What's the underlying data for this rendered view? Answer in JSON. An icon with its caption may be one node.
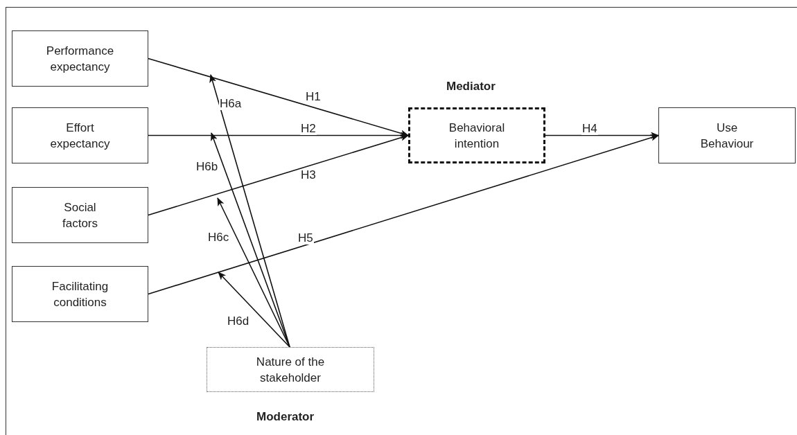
{
  "diagram": {
    "nodes": [
      {
        "text": [
          "Performance expectancy"
        ]
      },
      {
        "text": [
          "Effort expectancy"
        ]
      },
      {
        "text": [
          "Social factors"
        ]
      },
      {
        "text": [
          "Facilitating conditions"
        ]
      },
      {
        "text": [
          "Behavioral intention"
        ],
        "beside": [
          "Mediator"
        ]
      },
      {
        "text": [
          "Use Behaviour"
        ]
      },
      {
        "text": [
          "Nature of the stakeholder"
        ],
        "beside": [
          "Moderator"
        ]
      }
    ],
    "edges": [
      {
        "from": 0,
        "to": 4,
        "arrow": "to",
        "label": "H1"
      },
      {
        "from": 1,
        "to": 4,
        "arrow": "to",
        "label": "H2"
      },
      {
        "from": 2,
        "to": 4,
        "arrow": "to",
        "label": "H3"
      },
      {
        "from": 4,
        "to": 5,
        "arrow": "to",
        "label": "H4"
      },
      {
        "from": 3,
        "to": 5,
        "arrow": "to",
        "label": "H5"
      },
      {
        "from": 6,
        "to": null,
        "arrow": "to",
        "label": "H6a"
      },
      {
        "from": 6,
        "to": null,
        "arrow": "to",
        "label": "H6b"
      },
      {
        "from": 6,
        "to": null,
        "arrow": "to",
        "label": "H6c"
      },
      {
        "from": 6,
        "to": null,
        "arrow": "to",
        "label": "H6d"
      }
    ]
  }
}
